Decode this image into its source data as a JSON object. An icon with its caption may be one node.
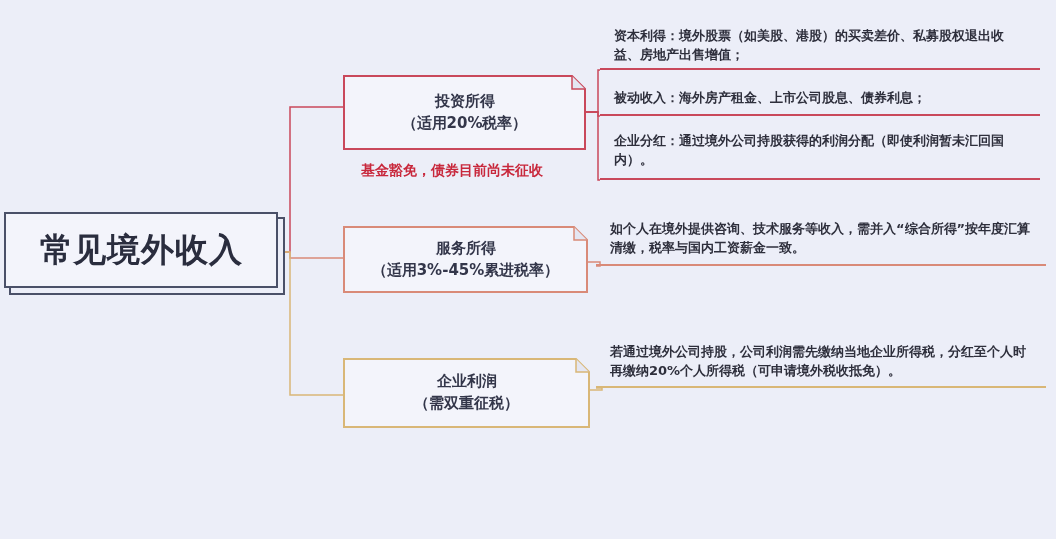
{
  "diagram": {
    "nodes": [
      {
        "text": [
          "常见境外收入"
        ]
      },
      {
        "text": [
          "投资所得",
          "（适用20%税率）"
        ],
        "beside": [
          "基金豁免，债券目前尚未征收"
        ]
      },
      {
        "text": [
          "服务所得",
          "（适用3%-45%累进税率）"
        ]
      },
      {
        "text": [
          "企业利润",
          "（需双重征税）"
        ]
      },
      {
        "text": [
          "资本利得：境外股票（如美股、港股）的买卖差价、私募股权退出收益、房地产出售增值；"
        ]
      },
      {
        "text": [
          "被动收入：海外房产租金、上市公司股息、债券利息；"
        ]
      },
      {
        "text": [
          "企业分红：通过境外公司持股获得的利润分配（即使利润暂未汇回国内）。"
        ]
      },
      {
        "text": [
          "如个人在境外提供咨询、技术服务等收入，需并入“综合所得”按年度汇算清缴，税率与国内工资薪金一致。"
        ]
      },
      {
        "text": [
          "若通过境外公司持股，公司利润需先缴纳当地企业所得税，分红至个人时再缴纳20%个人所得税（可申请境外税收抵免）。"
        ]
      }
    ],
    "edges": [
      {
        "from": 0,
        "to": 1,
        "arrow": "none"
      },
      {
        "from": 0,
        "to": 2,
        "arrow": "none",
        "color": "#d98a78"
      },
      {
        "from": 0,
        "to": 3,
        "arrow": "none",
        "color": "#d9b777"
      },
      {
        "from": 1,
        "to": 4,
        "arrow": "none"
      },
      {
        "from": 1,
        "to": 5,
        "arrow": "none"
      },
      {
        "from": 1,
        "to": 6,
        "arrow": "none"
      },
      {
        "from": 2,
        "to": 7,
        "arrow": "none",
        "color": "#d98a78"
      },
      {
        "from": 3,
        "to": 8,
        "arrow": "none",
        "color": "#d9b777"
      }
    ]
  }
}
